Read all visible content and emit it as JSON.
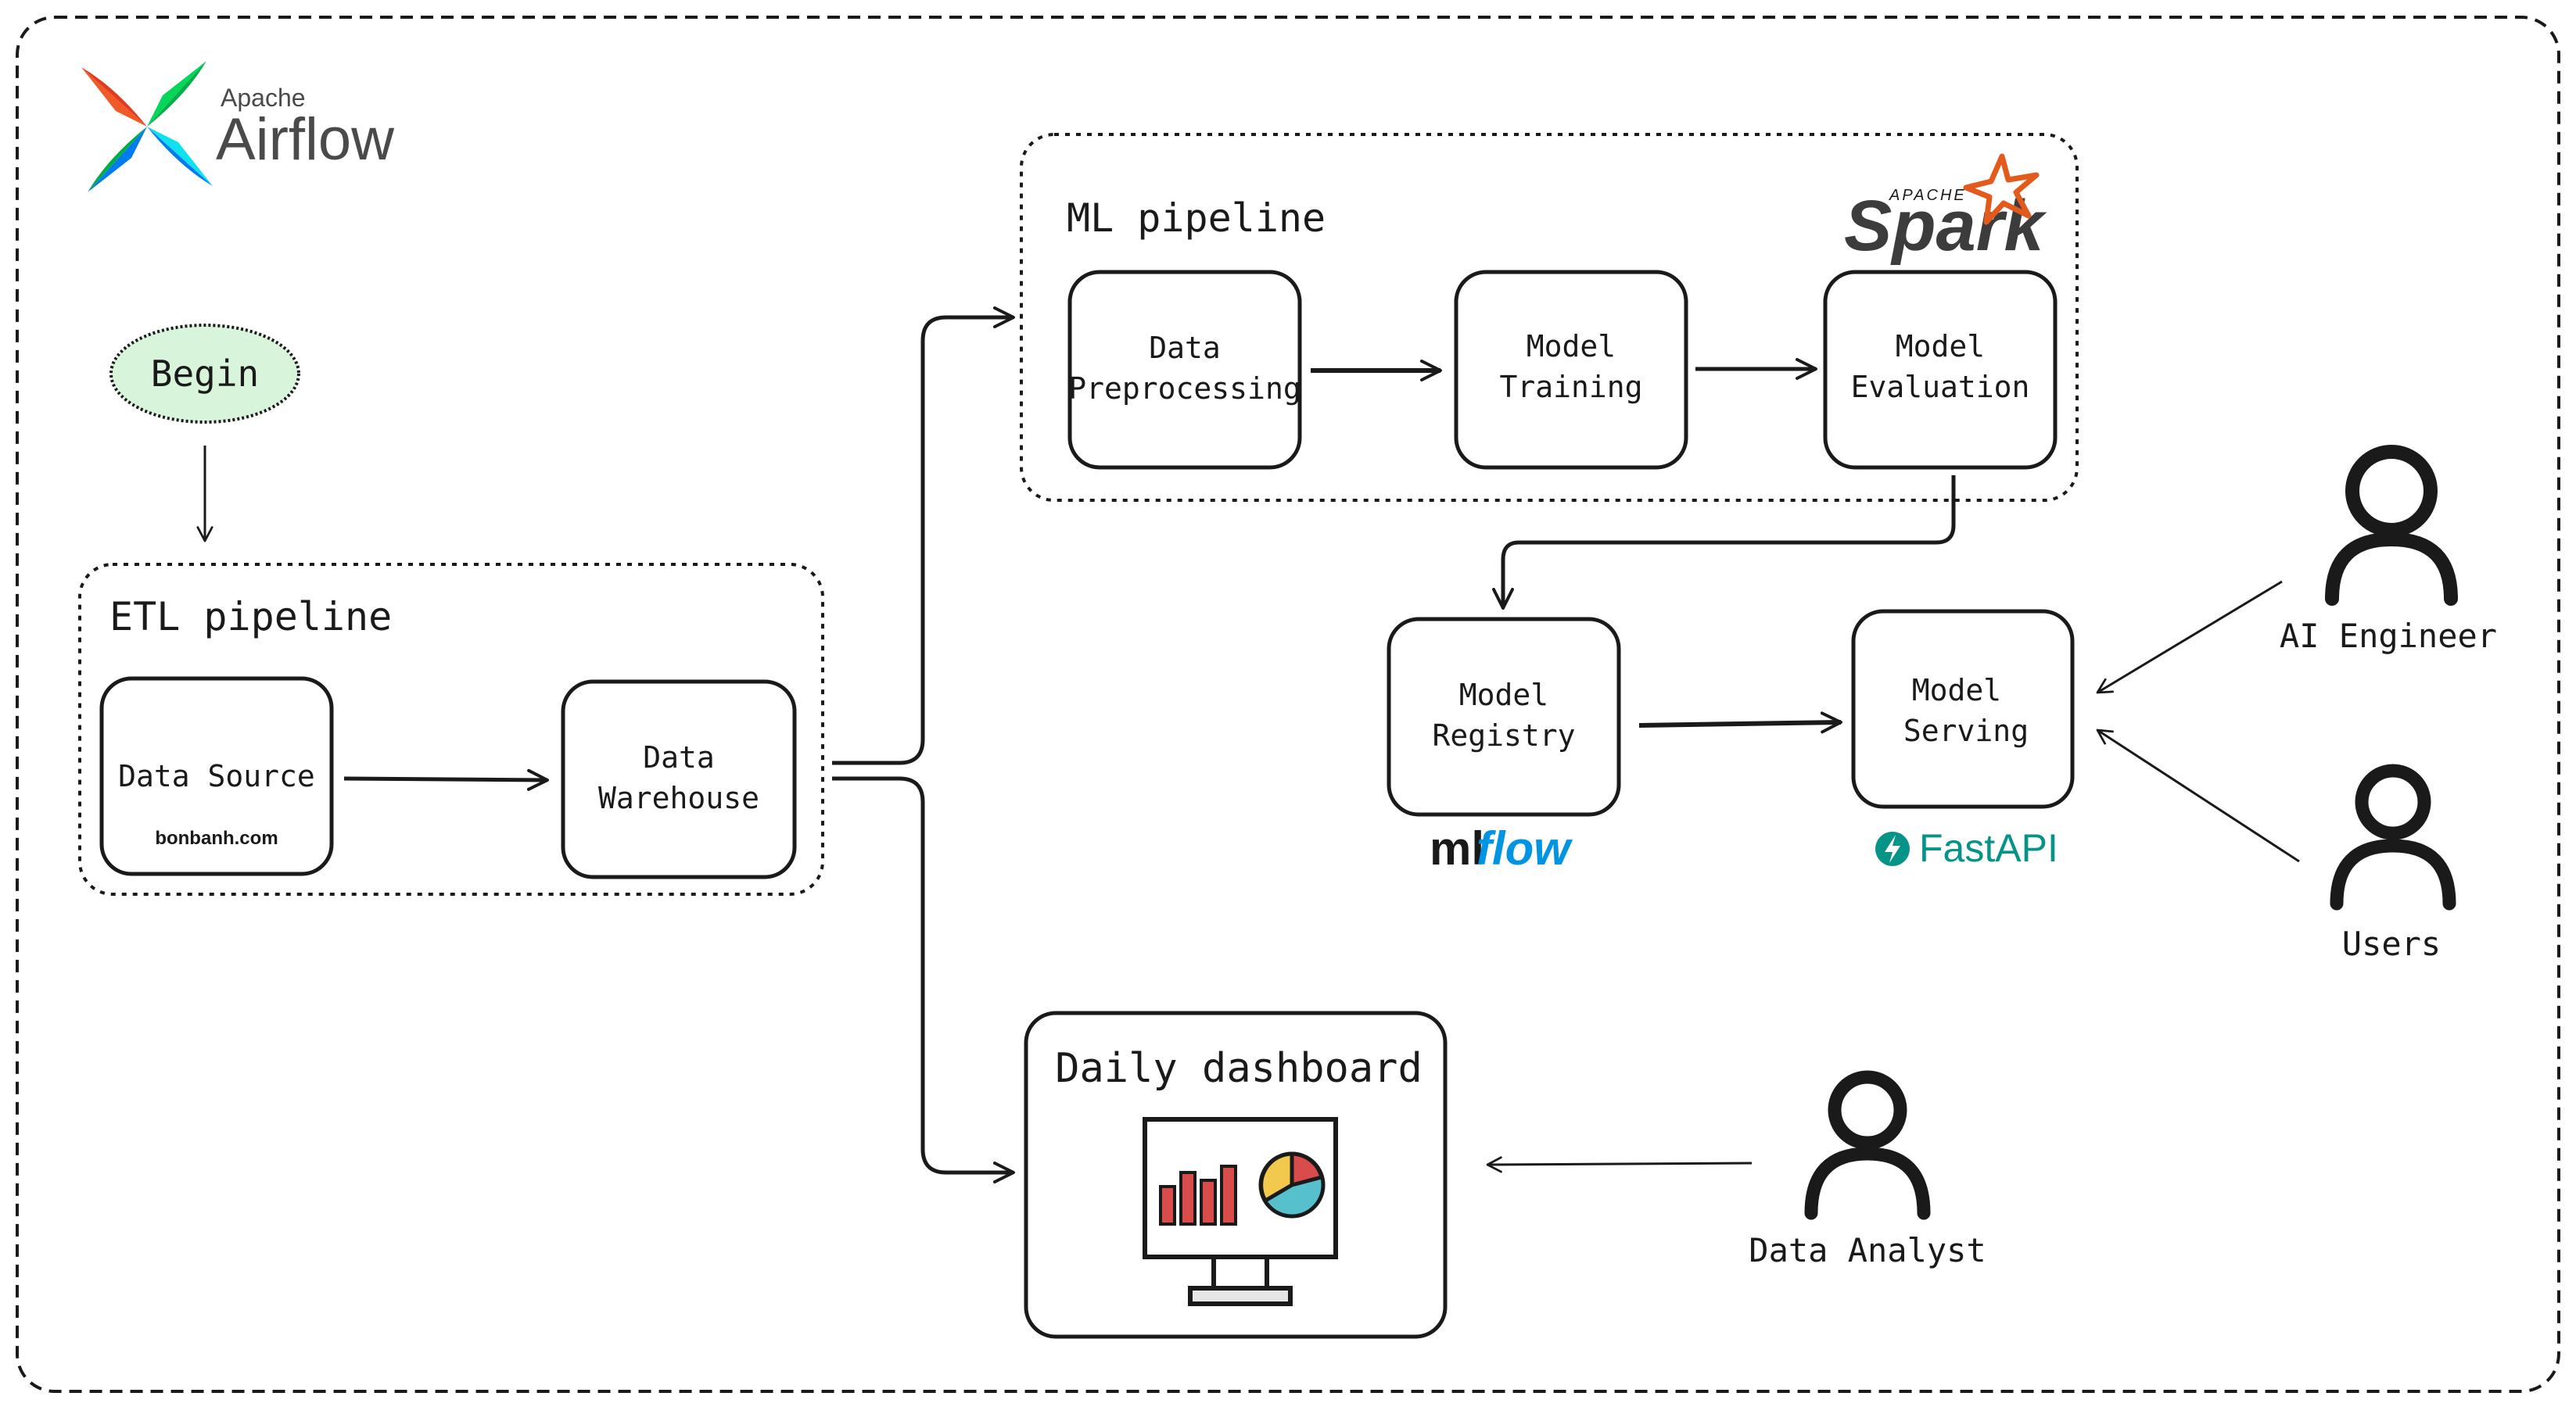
{
  "colors": {
    "ink": "#1a1a1a",
    "begin_fill": "#d8f5dc",
    "spark_orange": "#e25a1c",
    "mlflow_blue": "#0194e2",
    "fastapi_teal": "#059487",
    "bar_red": "#d94c4c",
    "pie_yellow": "#f2c94c",
    "pie_teal": "#56c1cc"
  },
  "logos": {
    "airflow_small": "Apache",
    "airflow_big": "Airflow",
    "spark_small": "APACHE",
    "spark_big": "Spark",
    "mlflow_ml": "ml",
    "mlflow_flow": "flow",
    "fastapi": "FastAPI",
    "fastapi_icon": "bolt-icon",
    "bonbanh": "bonbanh.com"
  },
  "begin": {
    "label": "Begin"
  },
  "etl": {
    "title": "ETL pipeline",
    "source": {
      "line1": "Data Source"
    },
    "warehouse": {
      "line1": "Data",
      "line2": "Warehouse"
    }
  },
  "ml": {
    "title": "ML pipeline",
    "preprocess": {
      "line1": "Data",
      "line2": "Preprocessing"
    },
    "training": {
      "line1": "Model",
      "line2": "Training"
    },
    "evaluation": {
      "line1": "Model",
      "line2": "Evaluation"
    }
  },
  "registry": {
    "line1": "Model",
    "line2": "Registry"
  },
  "serving": {
    "line1": "Model",
    "line2": "Serving"
  },
  "dashboard": {
    "title": "Daily dashboard",
    "icon": "monitor-chart-icon"
  },
  "actors": {
    "ai_engineer": "AI Engineer",
    "users": "Users",
    "data_analyst": "Data Analyst",
    "icon": "person-icon"
  }
}
